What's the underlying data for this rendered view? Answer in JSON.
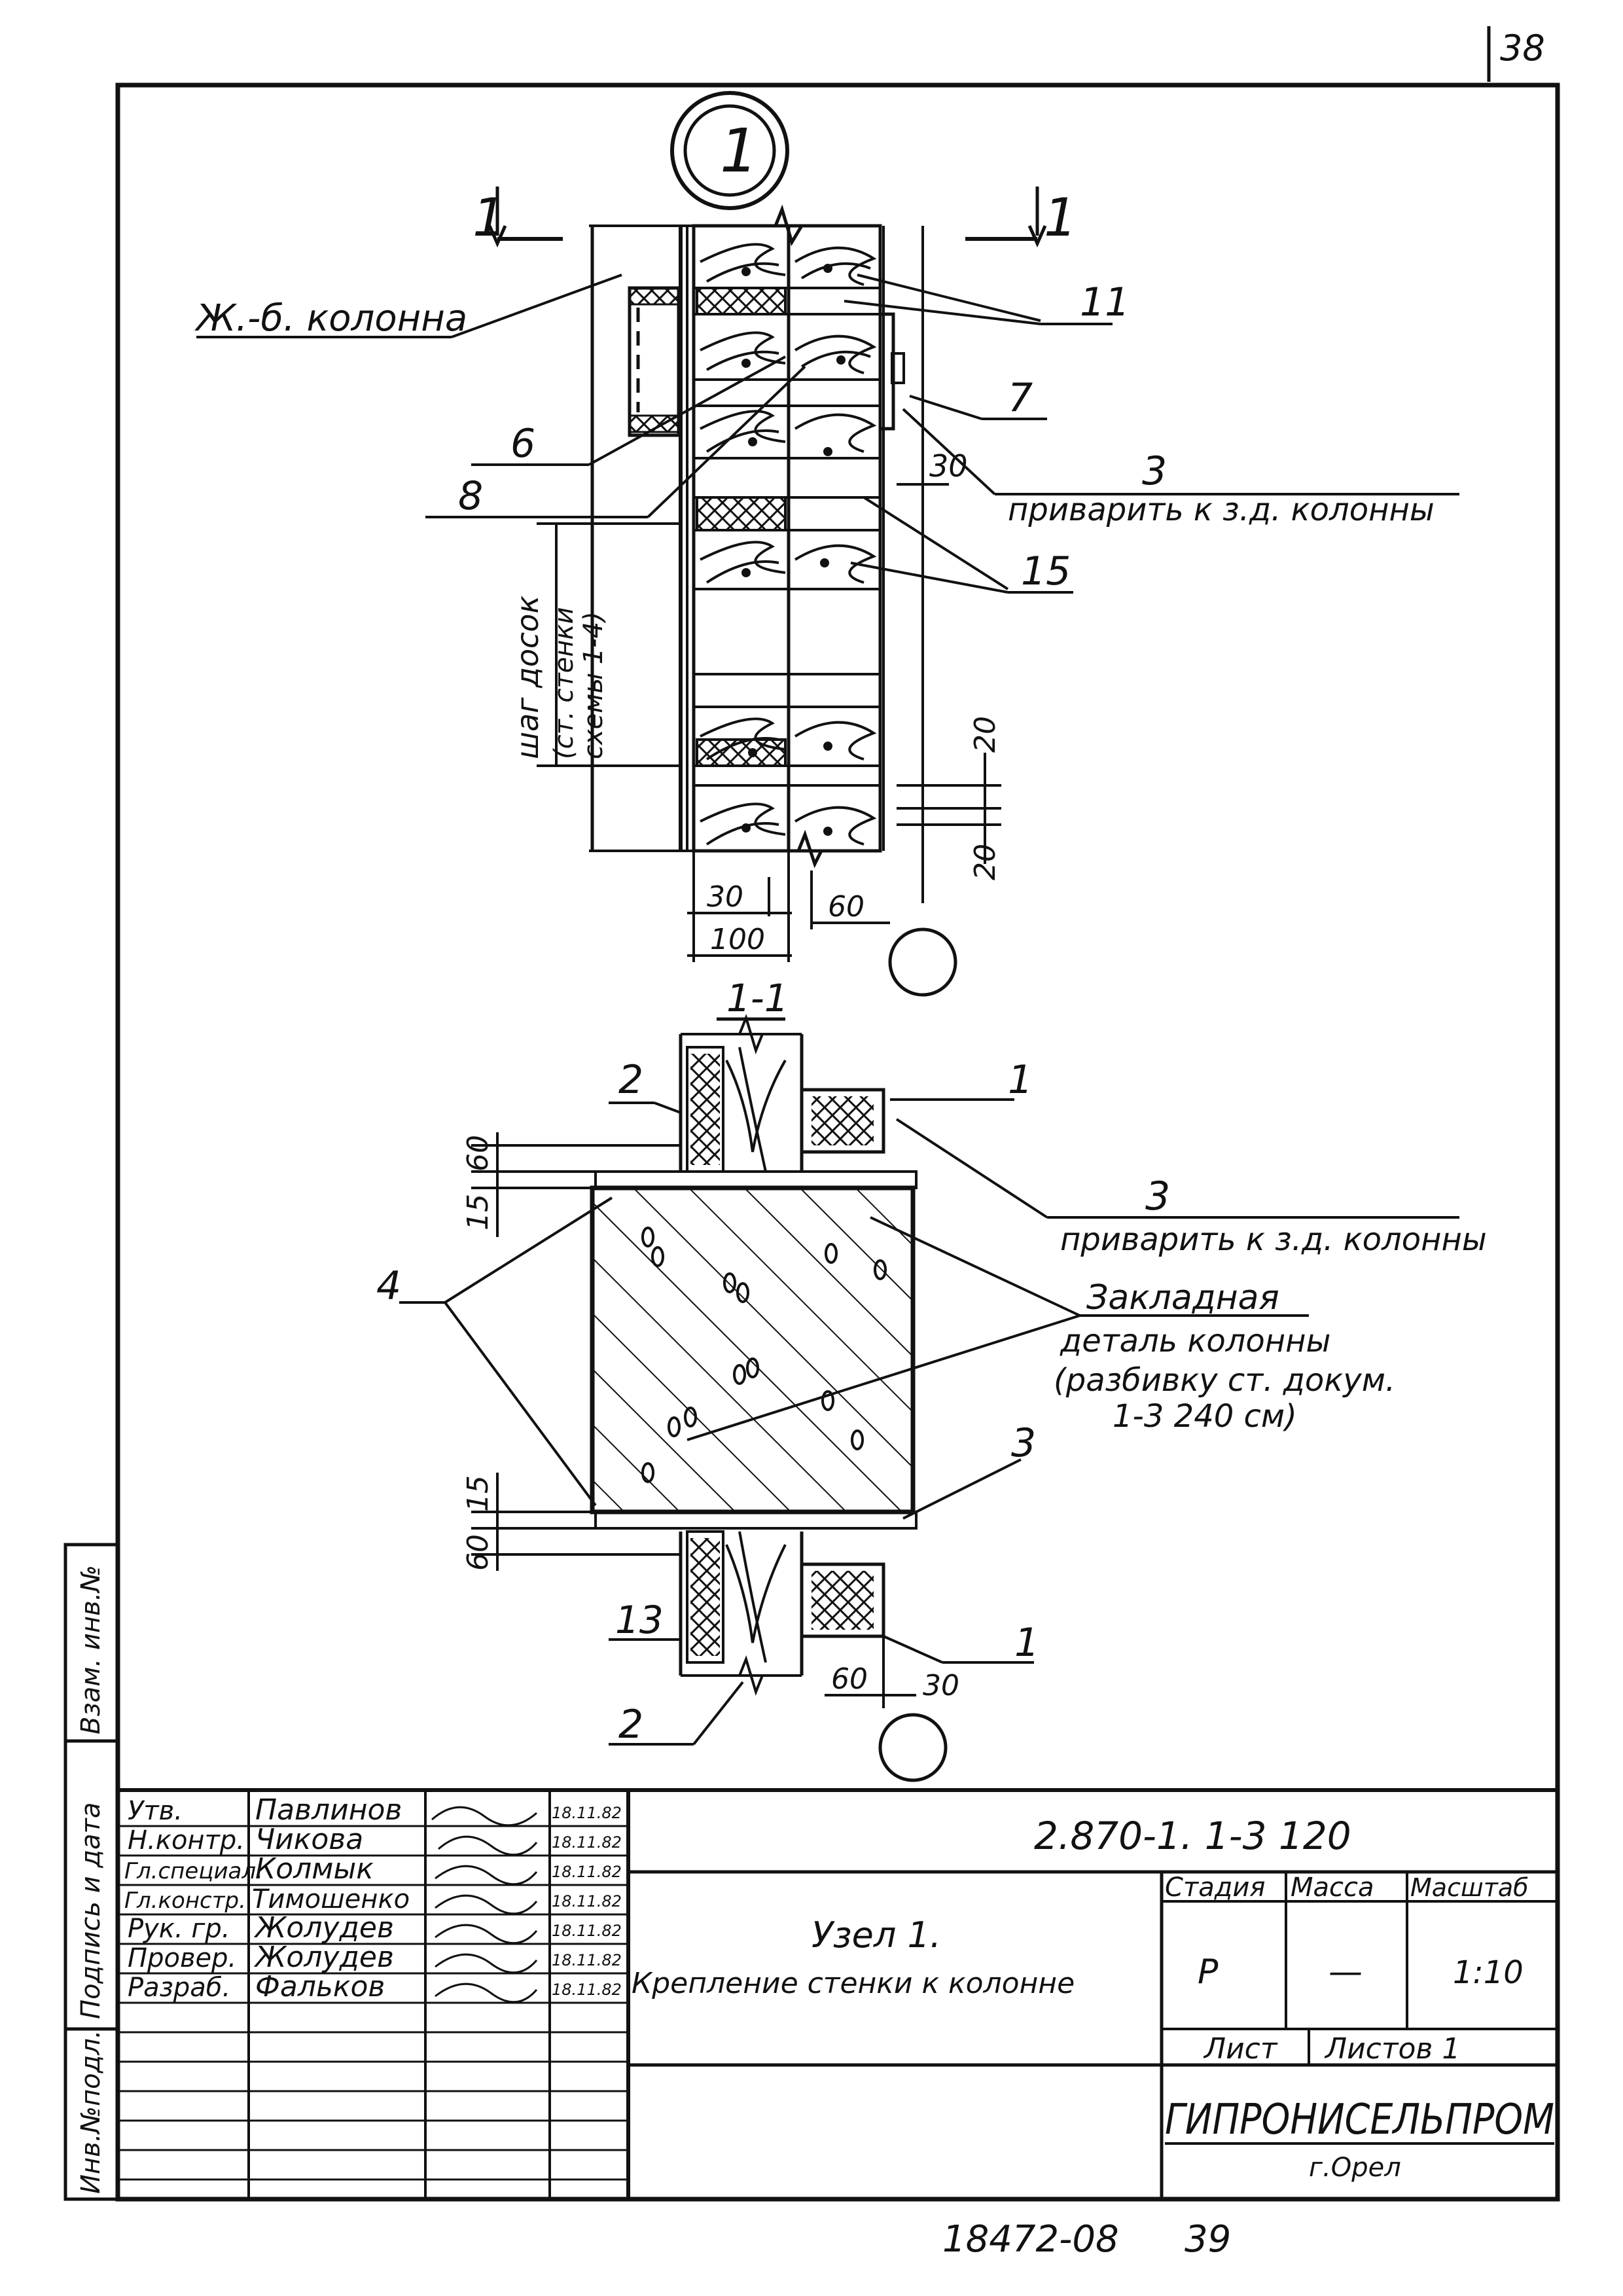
{
  "sheet": {
    "page_number": "38",
    "bottom_number": "18472-08",
    "bottom_page": "39"
  },
  "drawing": {
    "node_marker": "1",
    "section_mark_left": "1",
    "section_mark_right": "1",
    "section_title": "1-1",
    "labels": {
      "column": "Ж.-б. колонна",
      "p11": "11",
      "p7": "7",
      "p6": "6",
      "p3_top": "3",
      "weld_top": "приварить к з.д. колонны",
      "p8": "8",
      "p15": "15",
      "board_step_1": "шаг досок",
      "board_step_2": "(ст. стенки",
      "board_step_3": "схемы 1-4)",
      "p1_a": "1",
      "p2_a": "2",
      "p3_mid": "3",
      "weld_mid": "приварить к з.д. колонны",
      "p4": "4",
      "embed_1": "Закладная",
      "embed_2": "деталь колонны",
      "embed_3": "(разбивку ст. докум.",
      "embed_4": "1-3  240 см)",
      "p3_low": "3",
      "p13": "13",
      "p1_b": "1",
      "p2_b": "2"
    },
    "dims": {
      "d30a": "30",
      "d20a": "20",
      "d20b": "20",
      "d30b": "30",
      "d100": "100",
      "d60a": "60",
      "d60b": "60",
      "d15a": "15",
      "d15b": "15",
      "d60c": "60",
      "d60d": "60",
      "d30c": "30"
    }
  },
  "side_stamp": [
    "Инв.№подл.",
    "Подпись и дата",
    "Взам. инв.№"
  ],
  "title_block": {
    "rows": [
      {
        "role": "Утв.",
        "name": "Павлинов",
        "date": "18.11.82"
      },
      {
        "role": "Н.контр.",
        "name": "Чикова",
        "date": "18.11.82"
      },
      {
        "role": "Гл.специал.",
        "name": "Колмык",
        "date": "18.11.82"
      },
      {
        "role": "Гл.констр.",
        "name": "Тимошенко",
        "date": "18.11.82"
      },
      {
        "role": "Рук. гр.",
        "name": "Жолудев",
        "date": "18.11.82"
      },
      {
        "role": "Провер.",
        "name": "Жолудев",
        "date": "18.11.82"
      },
      {
        "role": "Разраб.",
        "name": "Фальков",
        "date": "18.11.82"
      }
    ],
    "doc_code": "2.870-1.  1-3 120",
    "title_line1": "Узел 1.",
    "title_line2": "Крепление стенки к колонне",
    "stage_header": "Стадия",
    "mass_header": "Масса",
    "scale_header": "Масштаб",
    "stage": "Р",
    "mass": "—",
    "scale": "1:10",
    "sheet_label": "Лист",
    "sheets_label": "Листов 1",
    "org": "ГИПРОНИСЕЛЬПРОМ",
    "city": "г.Орел"
  }
}
